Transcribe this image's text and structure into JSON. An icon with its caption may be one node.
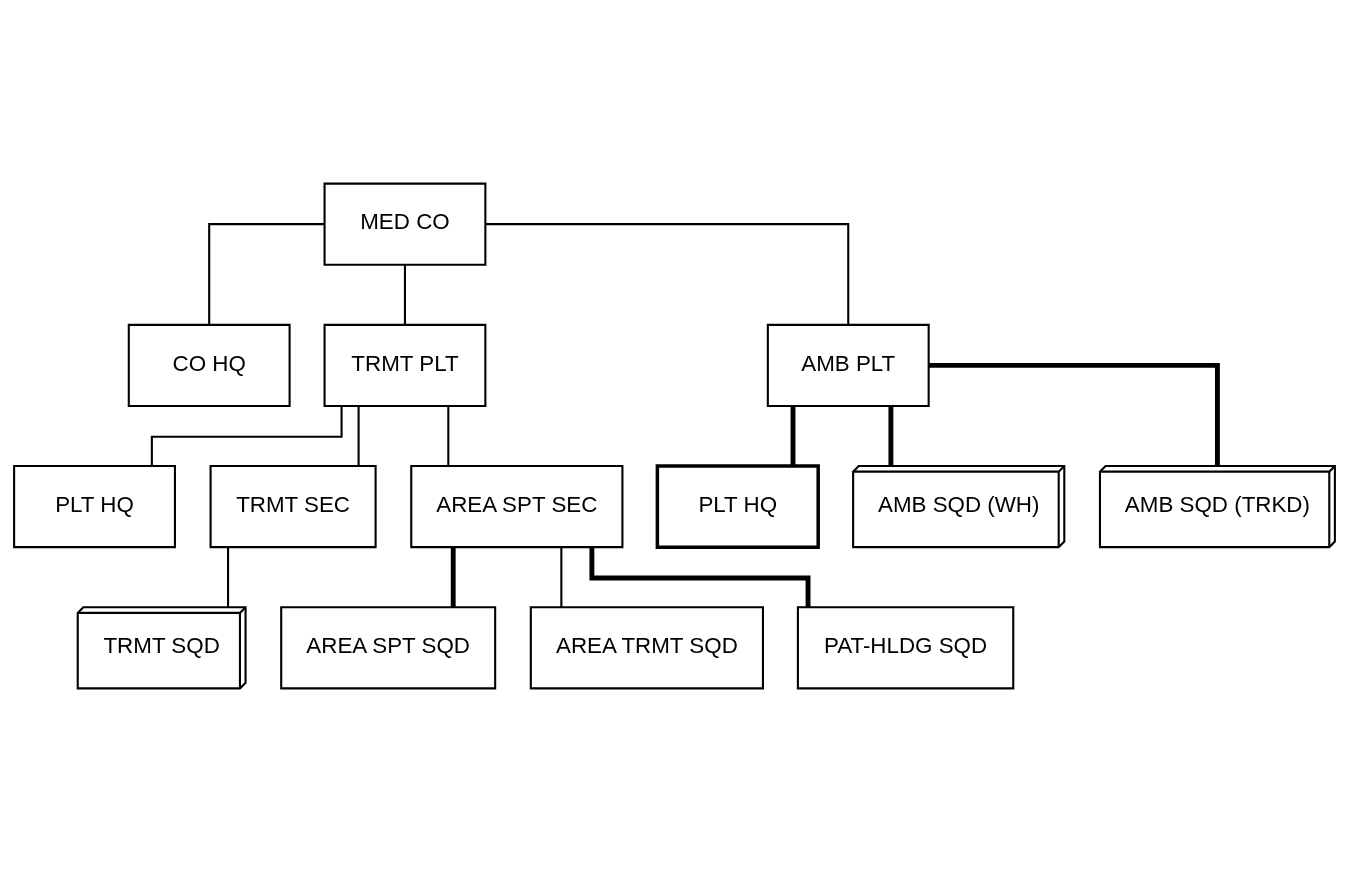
{
  "diagram": {
    "nodes": [
      {
        "text": [
          "MED CO"
        ]
      },
      {
        "text": [
          "CO HQ"
        ]
      },
      {
        "text": [
          "TRMT PLT"
        ]
      },
      {
        "text": [
          "AMB PLT"
        ]
      },
      {
        "text": [
          "PLT HQ"
        ]
      },
      {
        "text": [
          "TRMT SEC"
        ]
      },
      {
        "text": [
          "AREA SPT SEC"
        ]
      },
      {
        "text": [
          "PLT HQ"
        ]
      },
      {
        "text": [
          "AMB SQD (WH)"
        ]
      },
      {
        "text": [
          "AMB SQD (TRKD)"
        ]
      },
      {
        "text": [
          "TRMT SQD"
        ]
      },
      {
        "text": [
          "AREA SPT SQD"
        ]
      },
      {
        "text": [
          "AREA TRMT SQD"
        ]
      },
      {
        "text": [
          "PAT-HLDG SQD"
        ]
      }
    ],
    "edges": [
      {
        "from": 0,
        "to": 1,
        "arrow": "none"
      },
      {
        "from": 0,
        "to": 2,
        "arrow": "none"
      },
      {
        "from": 0,
        "to": 3,
        "arrow": "none"
      },
      {
        "from": 2,
        "to": 4,
        "arrow": "none"
      },
      {
        "from": 2,
        "to": 5,
        "arrow": "none"
      },
      {
        "from": 2,
        "to": 6,
        "arrow": "none"
      },
      {
        "from": 3,
        "to": 7,
        "arrow": "none",
        "style": "thick"
      },
      {
        "from": 3,
        "to": 8,
        "arrow": "none",
        "style": "thick"
      },
      {
        "from": 3,
        "to": 9,
        "arrow": "none",
        "style": "thick"
      },
      {
        "from": 5,
        "to": 10,
        "arrow": "none"
      },
      {
        "from": 6,
        "to": 11,
        "arrow": "none",
        "style": "thick"
      },
      {
        "from": 6,
        "to": 12,
        "arrow": "none"
      },
      {
        "from": 6,
        "to": 13,
        "arrow": "none",
        "style": "thick"
      }
    ]
  }
}
